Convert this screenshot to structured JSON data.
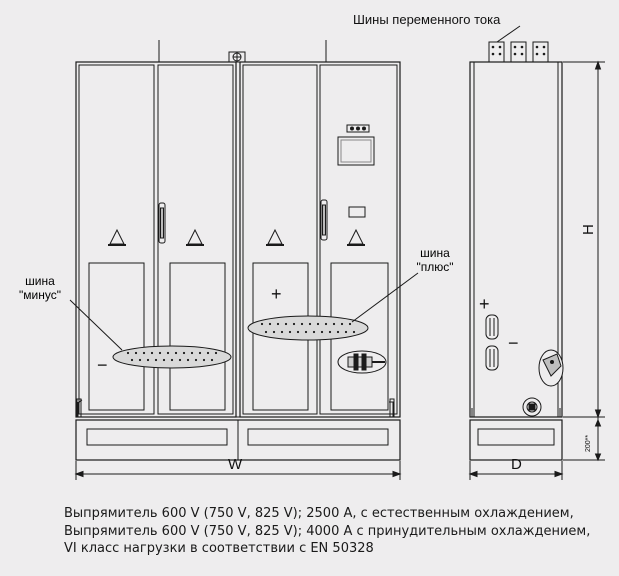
{
  "labels": {
    "ac_busbars": "Шины переменного тока",
    "minus_bus_line1": "шина",
    "minus_bus_line2": "\"минус\"",
    "plus_bus_line1": "шина",
    "plus_bus_line2": "\"плюс\"",
    "plus_sign_front": "+",
    "minus_sign_front": "−",
    "plus_sign_side": "+",
    "minus_sign_side": "−"
  },
  "dimensions": {
    "width": "W",
    "depth": "D",
    "height": "H",
    "base_height": "200**"
  },
  "caption": [
    "Выпрямитель 600 V (750 V, 825 V);  2500 А, с естественным охлаждением,",
    "Выпрямитель 600 V (750 V, 825 V);  4000 А с принудительным охлаждением,",
    "VI класс нагрузки в соответствии с EN 50328"
  ],
  "colors": {
    "background": "#eeedee",
    "line": "#1a1a1a",
    "bus_fill": "#d9d9d9"
  }
}
